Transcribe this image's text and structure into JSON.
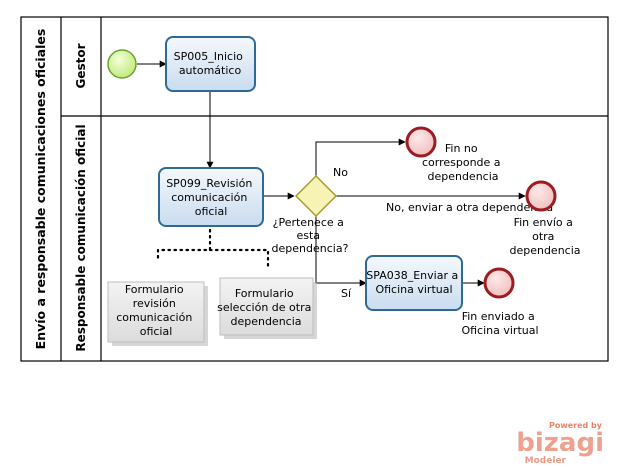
{
  "pool": {
    "title": "Envío a responsable comunicaciones oficiales"
  },
  "lanes": [
    {
      "title": "Gestor"
    },
    {
      "title": "Responsable comunicación oficial"
    }
  ],
  "tasks": {
    "inicio": {
      "lines": [
        "SP005_Inicio",
        "automático"
      ]
    },
    "revision": {
      "lines": [
        "SP099_Revisión",
        "comunicación",
        "oficial"
      ]
    },
    "enviar": {
      "lines": [
        "SPA038_Enviar a",
        "Oficina virtual"
      ]
    }
  },
  "gateway": {
    "lines": [
      "¿Pertenece a",
      "esta",
      "dependencia?"
    ]
  },
  "flows": {
    "no": "No",
    "no_enviar": "No, enviar a otra dependencia",
    "si": "Sí"
  },
  "ends": {
    "no_corresponde": {
      "lines": [
        "Fin no",
        "corresponde a",
        "dependencia"
      ]
    },
    "envio_otra": {
      "lines": [
        "Fin envío a",
        "otra",
        "dependencia"
      ]
    },
    "enviado": {
      "lines": [
        "Fin enviado a",
        "Oficina virtual"
      ]
    }
  },
  "artifacts": {
    "form_revision": {
      "lines": [
        "Formulario",
        "revisión",
        "comunicación",
        "oficial"
      ]
    },
    "form_seleccion": {
      "lines": [
        "Formulario",
        "selección de otra",
        "dependencia"
      ]
    }
  },
  "branding": {
    "powered": "Powered by",
    "brand": "bizagi",
    "product": "Modeler"
  },
  "colors": {
    "task_fill": "#dbe8f5",
    "task_stroke": "#2e6a94",
    "start_fill": "#d8f5a0",
    "start_stroke": "#6aa32a",
    "end_fill": "#f8d7d7",
    "end_stroke": "#9b1c22",
    "gateway_fill": "#f6f3b5",
    "gateway_stroke": "#a79b2e",
    "brand": "#e8836a"
  }
}
